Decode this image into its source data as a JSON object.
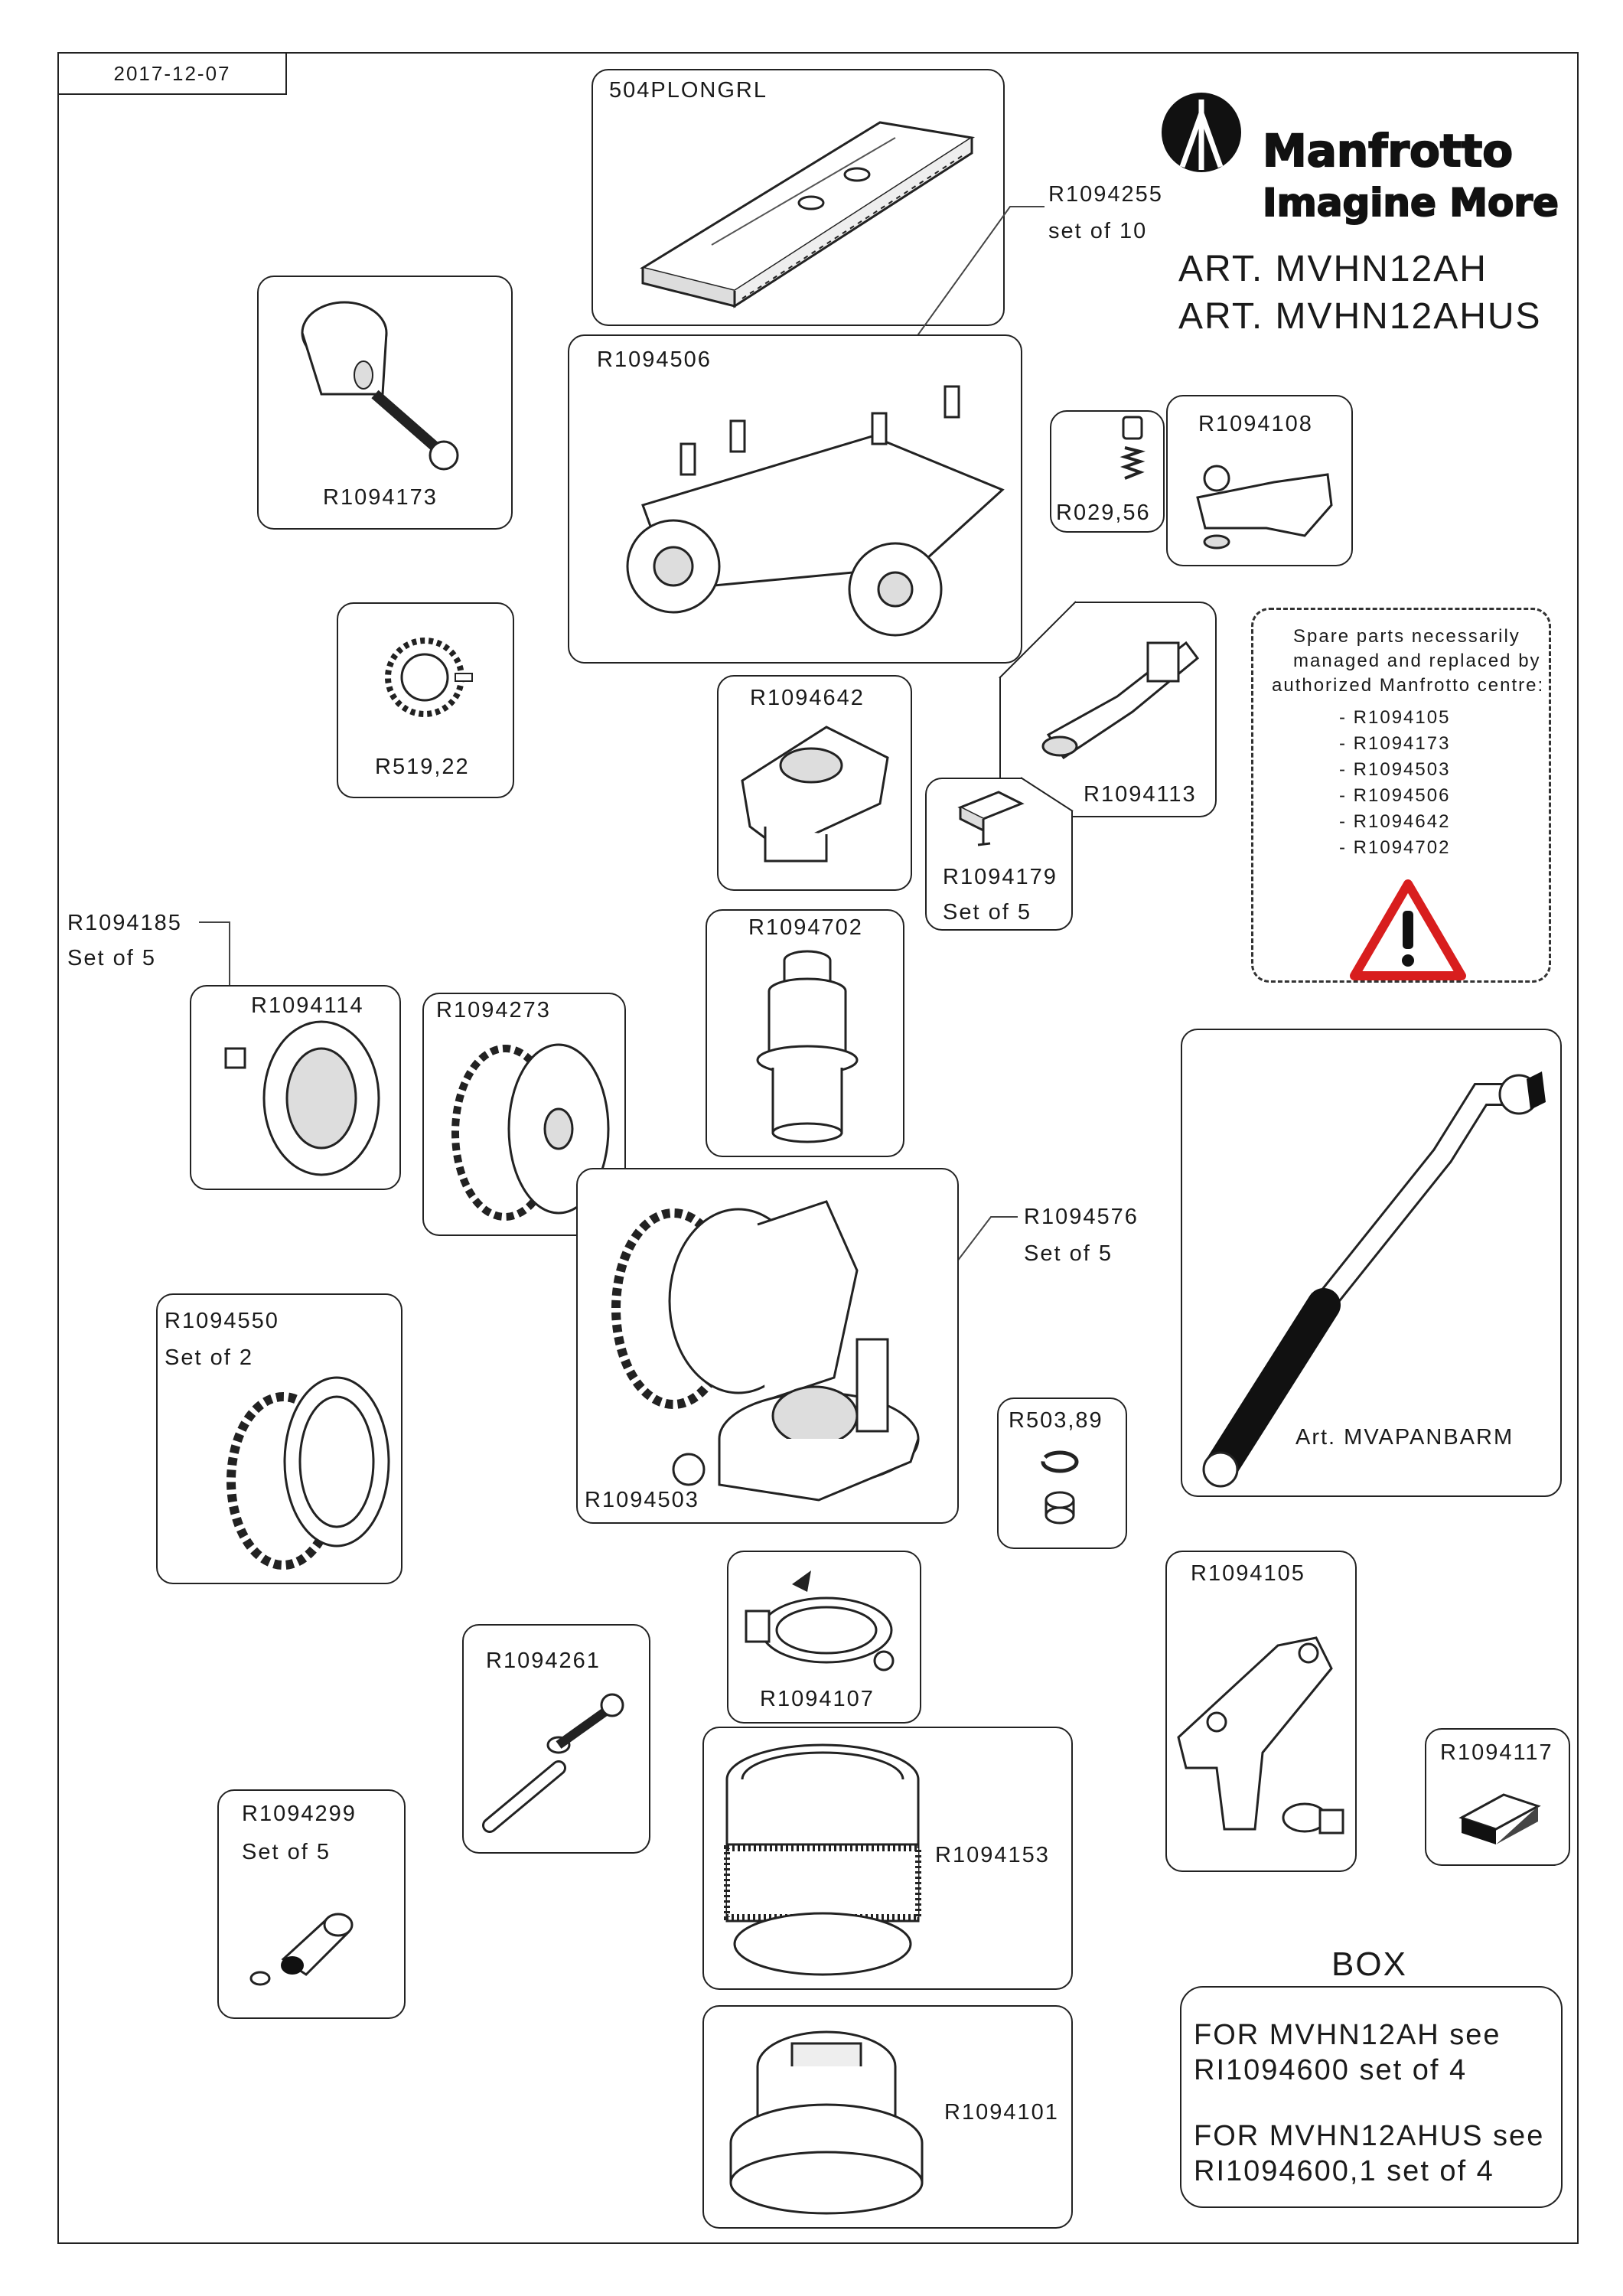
{
  "date": "2017-12-07",
  "brand": {
    "name": "Manfrotto",
    "tagline": "Imagine More"
  },
  "articles": [
    "ART. MVHN12AH",
    "ART. MVHN12AHUS"
  ],
  "parts": {
    "p504plongrl": "504PLONGRL",
    "r1094255": "R1094255",
    "r1094255_note": "set of 10",
    "r1094173": "R1094173",
    "r1094506": "R1094506",
    "r029": "R029,56",
    "r1094108": "R1094108",
    "r519": "R519,22",
    "r1094642": "R1094642",
    "r1094113": "R1094113",
    "r1094179": "R1094179",
    "r1094179_note": "Set of 5",
    "r1094185": "R1094185",
    "r1094185_note": "Set of 5",
    "r1094114": "R1094114",
    "r1094273": "R1094273",
    "r1094702": "R1094702",
    "r1094576": "R1094576",
    "r1094576_note": "Set of 5",
    "r1094550": "R1094550",
    "r1094550_note": "Set of 2",
    "r1094503": "R1094503",
    "r503": "R503,89",
    "mvapanbarm": "Art. MVAPANBARM",
    "r1094107": "R1094107",
    "r1094105": "R1094105",
    "r1094261": "R1094261",
    "r1094117": "R1094117",
    "r1094299": "R1094299",
    "r1094299_note": "Set of 5",
    "r1094153": "R1094153",
    "r1094101": "R1094101"
  },
  "notice": {
    "lines": [
      "Spare parts necessarily",
      "managed and replaced by",
      "authorized Manfrotto centre:"
    ],
    "items": [
      "- R1094105",
      "- R1094173",
      "- R1094503",
      "- R1094506",
      "- R1094642",
      "- R1094702"
    ],
    "icon": "warning-triangle-icon"
  },
  "box": {
    "title": "BOX",
    "lines": [
      "FOR MVHN12AH see",
      "RI1094600 set of 4",
      "FOR MVHN12AHUS see",
      "RI1094600,1 set of 4"
    ]
  }
}
